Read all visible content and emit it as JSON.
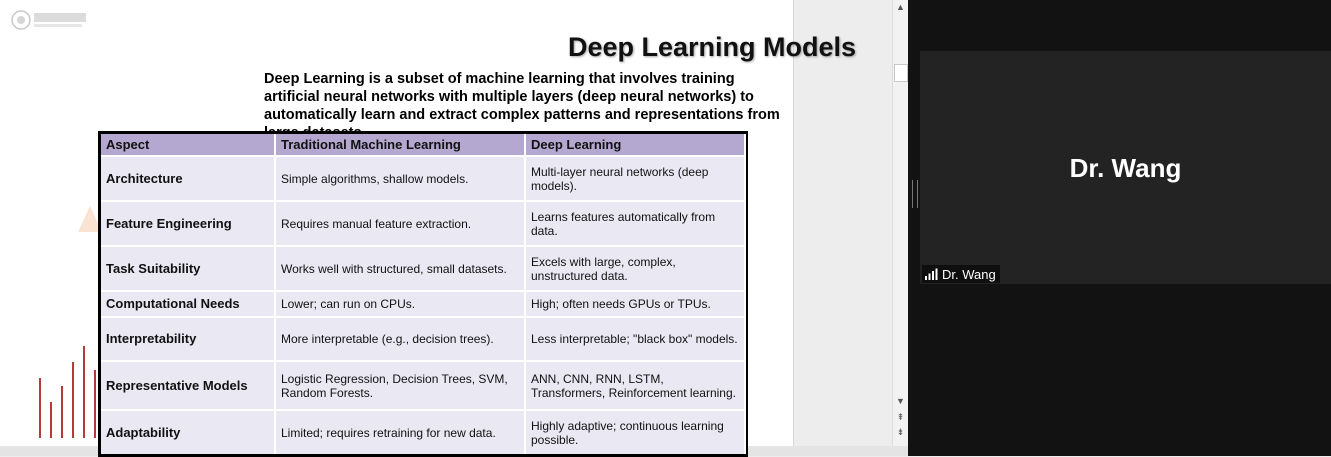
{
  "slide": {
    "title": "Deep Learning Models",
    "intro": "Deep Learning is a subset of machine learning that involves training artificial neural networks with multiple layers (deep neural networks) to automatically learn and extract complex patterns and representations from large datasets.",
    "table": {
      "headers": [
        "Aspect",
        "Traditional Machine Learning",
        "Deep Learning"
      ],
      "rows": [
        [
          "Architecture",
          "Simple algorithms, shallow models.",
          "Multi-layer neural networks (deep models)."
        ],
        [
          "Feature Engineering",
          "Requires manual feature extraction.",
          "Learns features automatically from data."
        ],
        [
          "Task Suitability",
          "Works well with structured, small datasets.",
          "Excels with large, complex, unstructured data."
        ],
        [
          "Computational Needs",
          "Lower; can run on CPUs.",
          "High; often needs GPUs or TPUs."
        ],
        [
          "Interpretability",
          "More interpretable (e.g., decision trees).",
          "Less interpretable; \"black box\" models."
        ],
        [
          "Representative Models",
          "Logistic Regression, Decision Trees, SVM, Random Forests.",
          "ANN, CNN, RNN, LSTM, Transformers, Reinforcement learning."
        ],
        [
          "Adaptability",
          "Limited; requires retraining for new data.",
          "Highly adaptive; continuous learning possible."
        ]
      ]
    },
    "logo_icon": "university-logo-icon",
    "decor_color": "#b53a3a"
  },
  "scrollbar": {
    "up_icon": "▲",
    "down_icon": "▼",
    "prev_icon": "⇞",
    "next_icon": "⇟"
  },
  "video": {
    "participant_name": "Dr. Wang",
    "participant_label": "Dr. Wang",
    "signal_icon": "signal-bars-icon"
  }
}
